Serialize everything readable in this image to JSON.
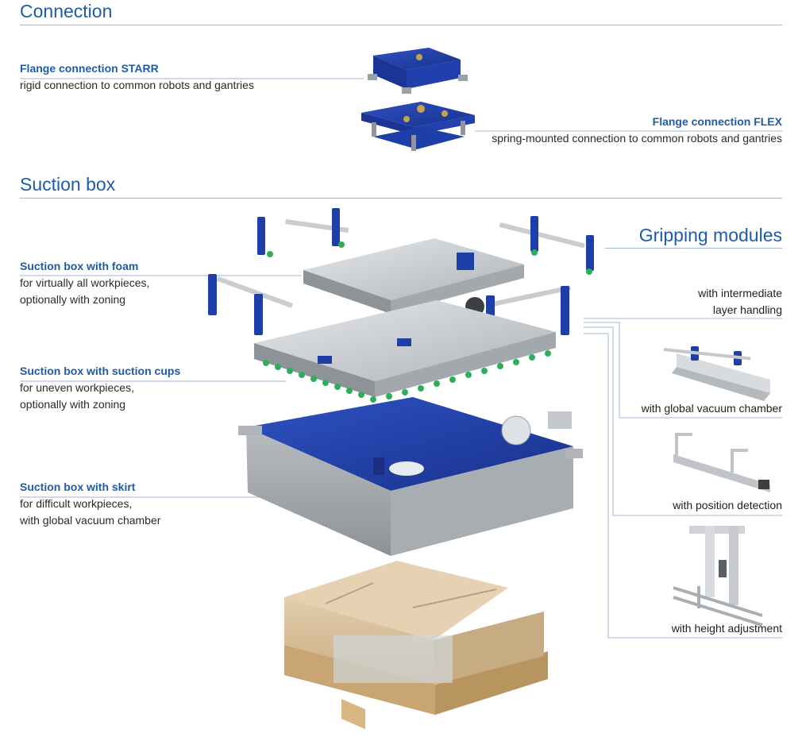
{
  "sections": {
    "connection": "Connection",
    "suction_box": "Suction box",
    "gripping_modules": "Gripping modules"
  },
  "connection": {
    "starr_title": "Flange connection STARR",
    "starr_desc": "rigid connection to common robots and gantries",
    "flex_title": "Flange connection FLEX",
    "flex_desc": "spring-mounted connection to common robots and gantries"
  },
  "suction": {
    "foam_title": "Suction box with foam",
    "foam_desc1": "for virtually all workpieces,",
    "foam_desc2": "optionally with zoning",
    "cups_title": "Suction box with suction cups",
    "cups_desc1": "for uneven workpieces,",
    "cups_desc2": "optionally with zoning",
    "skirt_title": "Suction box with skirt",
    "skirt_desc1": "for difficult workpieces,",
    "skirt_desc2": "with global vacuum chamber"
  },
  "gripping": {
    "intermediate1": "with intermediate",
    "intermediate2": "layer handling",
    "global_vacuum": "with global vacuum chamber",
    "position": "with position detection",
    "height": "with height adjustment"
  },
  "colors": {
    "brand_blue": "#1f5ca8",
    "part_blue": "#1f3fa8",
    "rule": "#9fb7d6",
    "cup_green": "#2fae5a",
    "cardboard": "#d8bf9c"
  }
}
